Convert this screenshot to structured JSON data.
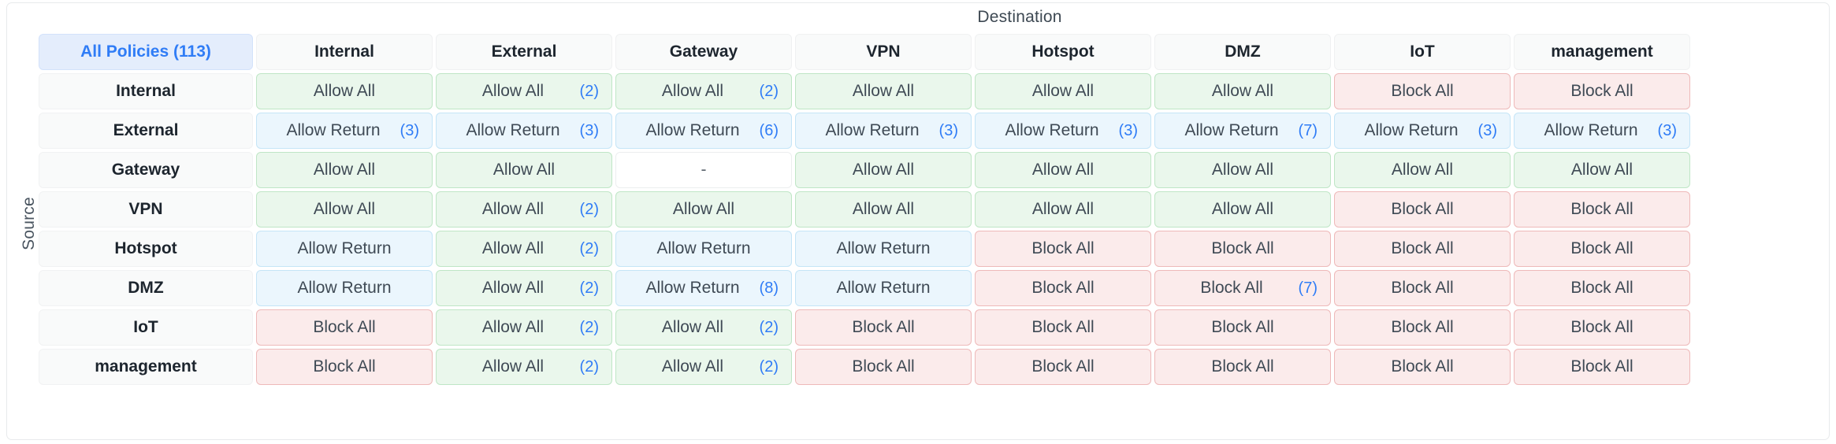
{
  "axes": {
    "destination_label": "Destination",
    "source_label": "Source"
  },
  "corner": {
    "label": "All Policies (113)",
    "total_policies": 113
  },
  "columns": [
    "Internal",
    "External",
    "Gateway",
    "VPN",
    "Hotspot",
    "DMZ",
    "IoT",
    "management"
  ],
  "rows": [
    "Internal",
    "External",
    "Gateway",
    "VPN",
    "Hotspot",
    "DMZ",
    "IoT",
    "management"
  ],
  "legend_values": [
    "Allow All",
    "Allow Return",
    "Block All",
    "-"
  ],
  "colors": {
    "accent": "#2f7cf6",
    "allow_bg": "#eaf7ec",
    "allow_border": "#bfe6c6",
    "return_bg": "#ebf6fd",
    "return_border": "#c5e5f7",
    "block_bg": "#fbebeb",
    "block_border": "#eeb9b9",
    "header_bg": "#f9fafa",
    "corner_bg": "#e4edfc",
    "empty_bg": "#ffffff"
  },
  "matrix": [
    {
      "source": "Internal",
      "cells": [
        {
          "value": "Allow All",
          "kind": "allow",
          "count": null
        },
        {
          "value": "Allow All",
          "kind": "allow",
          "count": "(2)"
        },
        {
          "value": "Allow All",
          "kind": "allow",
          "count": "(2)"
        },
        {
          "value": "Allow All",
          "kind": "allow",
          "count": null
        },
        {
          "value": "Allow All",
          "kind": "allow",
          "count": null
        },
        {
          "value": "Allow All",
          "kind": "allow",
          "count": null
        },
        {
          "value": "Block All",
          "kind": "block",
          "count": null
        },
        {
          "value": "Block All",
          "kind": "block",
          "count": null
        }
      ]
    },
    {
      "source": "External",
      "cells": [
        {
          "value": "Allow Return",
          "kind": "return",
          "count": "(3)"
        },
        {
          "value": "Allow Return",
          "kind": "return",
          "count": "(3)"
        },
        {
          "value": "Allow Return",
          "kind": "return",
          "count": "(6)"
        },
        {
          "value": "Allow Return",
          "kind": "return",
          "count": "(3)"
        },
        {
          "value": "Allow Return",
          "kind": "return",
          "count": "(3)"
        },
        {
          "value": "Allow Return",
          "kind": "return",
          "count": "(7)"
        },
        {
          "value": "Allow Return",
          "kind": "return",
          "count": "(3)"
        },
        {
          "value": "Allow Return",
          "kind": "return",
          "count": "(3)"
        }
      ]
    },
    {
      "source": "Gateway",
      "cells": [
        {
          "value": "Allow All",
          "kind": "allow",
          "count": null
        },
        {
          "value": "Allow All",
          "kind": "allow",
          "count": null
        },
        {
          "value": "-",
          "kind": "none",
          "count": null
        },
        {
          "value": "Allow All",
          "kind": "allow",
          "count": null
        },
        {
          "value": "Allow All",
          "kind": "allow",
          "count": null
        },
        {
          "value": "Allow All",
          "kind": "allow",
          "count": null
        },
        {
          "value": "Allow All",
          "kind": "allow",
          "count": null
        },
        {
          "value": "Allow All",
          "kind": "allow",
          "count": null
        }
      ]
    },
    {
      "source": "VPN",
      "cells": [
        {
          "value": "Allow All",
          "kind": "allow",
          "count": null
        },
        {
          "value": "Allow All",
          "kind": "allow",
          "count": "(2)"
        },
        {
          "value": "Allow All",
          "kind": "allow",
          "count": null
        },
        {
          "value": "Allow All",
          "kind": "allow",
          "count": null
        },
        {
          "value": "Allow All",
          "kind": "allow",
          "count": null
        },
        {
          "value": "Allow All",
          "kind": "allow",
          "count": null
        },
        {
          "value": "Block All",
          "kind": "block",
          "count": null
        },
        {
          "value": "Block All",
          "kind": "block",
          "count": null
        }
      ]
    },
    {
      "source": "Hotspot",
      "cells": [
        {
          "value": "Allow Return",
          "kind": "return",
          "count": null
        },
        {
          "value": "Allow All",
          "kind": "allow",
          "count": "(2)"
        },
        {
          "value": "Allow Return",
          "kind": "return",
          "count": null
        },
        {
          "value": "Allow Return",
          "kind": "return",
          "count": null
        },
        {
          "value": "Block All",
          "kind": "block",
          "count": null
        },
        {
          "value": "Block All",
          "kind": "block",
          "count": null
        },
        {
          "value": "Block All",
          "kind": "block",
          "count": null
        },
        {
          "value": "Block All",
          "kind": "block",
          "count": null
        }
      ]
    },
    {
      "source": "DMZ",
      "cells": [
        {
          "value": "Allow Return",
          "kind": "return",
          "count": null
        },
        {
          "value": "Allow All",
          "kind": "allow",
          "count": "(2)"
        },
        {
          "value": "Allow Return",
          "kind": "return",
          "count": "(8)"
        },
        {
          "value": "Allow Return",
          "kind": "return",
          "count": null
        },
        {
          "value": "Block All",
          "kind": "block",
          "count": null
        },
        {
          "value": "Block All",
          "kind": "block",
          "count": "(7)"
        },
        {
          "value": "Block All",
          "kind": "block",
          "count": null
        },
        {
          "value": "Block All",
          "kind": "block",
          "count": null
        }
      ]
    },
    {
      "source": "IoT",
      "cells": [
        {
          "value": "Block All",
          "kind": "block",
          "count": null
        },
        {
          "value": "Allow All",
          "kind": "allow",
          "count": "(2)"
        },
        {
          "value": "Allow All",
          "kind": "allow",
          "count": "(2)"
        },
        {
          "value": "Block All",
          "kind": "block",
          "count": null
        },
        {
          "value": "Block All",
          "kind": "block",
          "count": null
        },
        {
          "value": "Block All",
          "kind": "block",
          "count": null
        },
        {
          "value": "Block All",
          "kind": "block",
          "count": null
        },
        {
          "value": "Block All",
          "kind": "block",
          "count": null
        }
      ]
    },
    {
      "source": "management",
      "cells": [
        {
          "value": "Block All",
          "kind": "block",
          "count": null
        },
        {
          "value": "Allow All",
          "kind": "allow",
          "count": "(2)"
        },
        {
          "value": "Allow All",
          "kind": "allow",
          "count": "(2)"
        },
        {
          "value": "Block All",
          "kind": "block",
          "count": null
        },
        {
          "value": "Block All",
          "kind": "block",
          "count": null
        },
        {
          "value": "Block All",
          "kind": "block",
          "count": null
        },
        {
          "value": "Block All",
          "kind": "block",
          "count": null
        },
        {
          "value": "Block All",
          "kind": "block",
          "count": null
        }
      ]
    }
  ]
}
